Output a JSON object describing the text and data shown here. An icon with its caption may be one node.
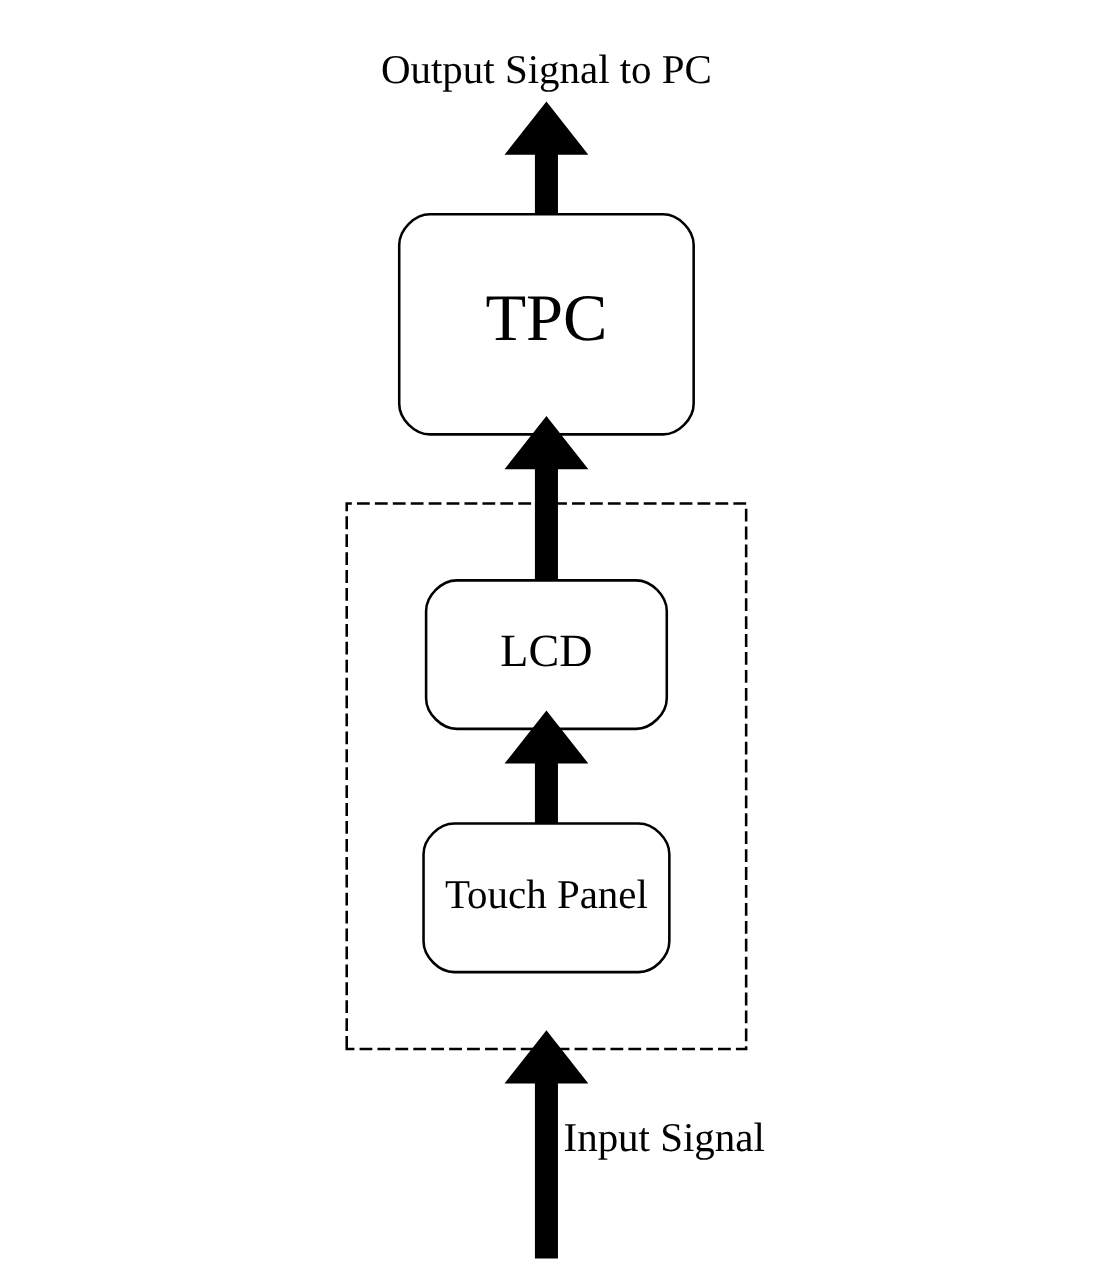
{
  "diagram": {
    "nodes": [
      {
        "text": [],
        "shape": "box"
      },
      {
        "text": [
          "TPC"
        ]
      },
      {
        "text": [
          "LCD"
        ],
        "in": 0
      },
      {
        "text": [
          "Touch Panel"
        ],
        "in": 0
      },
      {
        "text": [
          "Output Signal to PC"
        ]
      }
    ],
    "edges": [
      {
        "from": null,
        "to": 0,
        "arrow": "to",
        "label": "Input Signal"
      },
      {
        "from": 3,
        "to": 2,
        "arrow": "to"
      },
      {
        "from": 2,
        "to": 1,
        "arrow": "to"
      },
      {
        "from": 1,
        "to": 4,
        "arrow": "to"
      }
    ]
  }
}
